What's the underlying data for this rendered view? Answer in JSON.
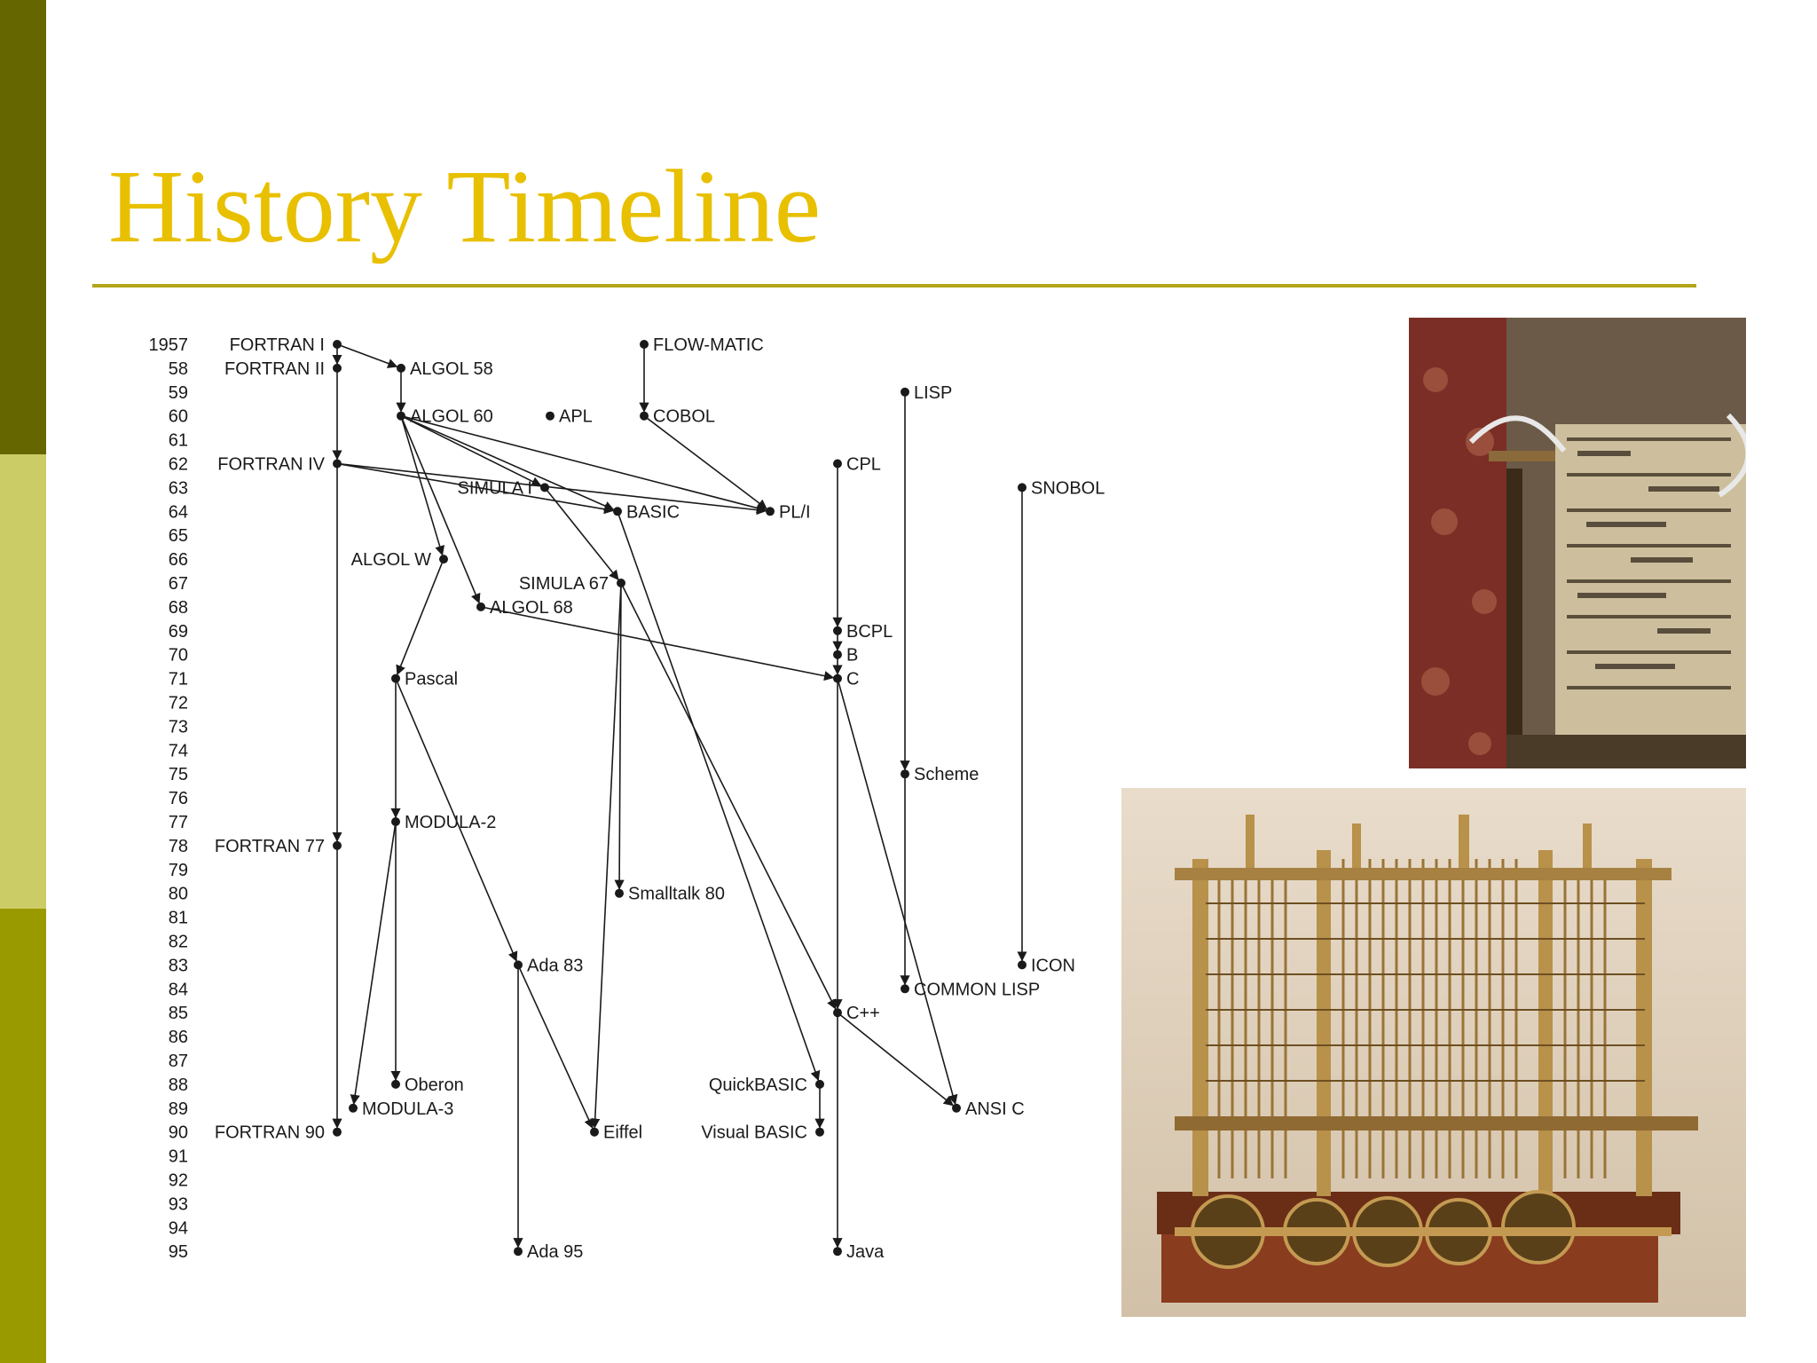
{
  "title": "History Timeline",
  "colors": {
    "title": "#e8c000",
    "rule": "#b3a51a",
    "sidebar_top": "#666600",
    "sidebar_middle": "#cccc66",
    "sidebar_bottom": "#999900",
    "diagram_ink": "#1a1a1a"
  },
  "timeline": {
    "years": [
      "1957",
      "58",
      "59",
      "60",
      "61",
      "62",
      "63",
      "64",
      "65",
      "66",
      "67",
      "68",
      "69",
      "70",
      "71",
      "72",
      "73",
      "74",
      "75",
      "76",
      "77",
      "78",
      "79",
      "80",
      "81",
      "82",
      "83",
      "84",
      "85",
      "86",
      "87",
      "88",
      "89",
      "90",
      "91",
      "92",
      "93",
      "94",
      "95"
    ],
    "languages": [
      {
        "id": "fortran1",
        "label": "FORTRAN I",
        "year": 1957
      },
      {
        "id": "fortran2",
        "label": "FORTRAN II",
        "year": 1958
      },
      {
        "id": "algol58",
        "label": "ALGOL 58",
        "year": 1958
      },
      {
        "id": "flowmatic",
        "label": "FLOW-MATIC",
        "year": 1957
      },
      {
        "id": "lisp",
        "label": "LISP",
        "year": 1959
      },
      {
        "id": "algol60",
        "label": "ALGOL 60",
        "year": 1960
      },
      {
        "id": "apl",
        "label": "APL",
        "year": 1960
      },
      {
        "id": "cobol",
        "label": "COBOL",
        "year": 1960
      },
      {
        "id": "fortran4",
        "label": "FORTRAN IV",
        "year": 1962
      },
      {
        "id": "cpl",
        "label": "CPL",
        "year": 1962
      },
      {
        "id": "snobol",
        "label": "SNOBOL",
        "year": 1963
      },
      {
        "id": "simula1",
        "label": "SIMULA I",
        "year": 1963
      },
      {
        "id": "basic",
        "label": "BASIC",
        "year": 1964
      },
      {
        "id": "pl1",
        "label": "PL/I",
        "year": 1964
      },
      {
        "id": "algolw",
        "label": "ALGOL W",
        "year": 1966
      },
      {
        "id": "simula67",
        "label": "SIMULA 67",
        "year": 1967
      },
      {
        "id": "algol68",
        "label": "ALGOL 68",
        "year": 1968
      },
      {
        "id": "bcpl",
        "label": "BCPL",
        "year": 1969
      },
      {
        "id": "b",
        "label": "B",
        "year": 1970
      },
      {
        "id": "c",
        "label": "C",
        "year": 1971
      },
      {
        "id": "pascal",
        "label": "Pascal",
        "year": 1971
      },
      {
        "id": "scheme",
        "label": "Scheme",
        "year": 1975
      },
      {
        "id": "modula2",
        "label": "MODULA-2",
        "year": 1977
      },
      {
        "id": "fortran77",
        "label": "FORTRAN 77",
        "year": 1978
      },
      {
        "id": "smalltalk80",
        "label": "Smalltalk 80",
        "year": 1980
      },
      {
        "id": "ada83",
        "label": "Ada 83",
        "year": 1983
      },
      {
        "id": "icon",
        "label": "ICON",
        "year": 1983
      },
      {
        "id": "commonlisp",
        "label": "COMMON LISP",
        "year": 1984
      },
      {
        "id": "cpp",
        "label": "C++",
        "year": 1985
      },
      {
        "id": "oberon",
        "label": "Oberon",
        "year": 1988
      },
      {
        "id": "quickbasic",
        "label": "QuickBASIC",
        "year": 1988
      },
      {
        "id": "modula3",
        "label": "MODULA-3",
        "year": 1989
      },
      {
        "id": "ansic",
        "label": "ANSI C",
        "year": 1989
      },
      {
        "id": "fortran90",
        "label": "FORTRAN 90",
        "year": 1990
      },
      {
        "id": "eiffel",
        "label": "Eiffel",
        "year": 1990
      },
      {
        "id": "visualbasic",
        "label": "Visual BASIC",
        "year": 1990
      },
      {
        "id": "ada95",
        "label": "Ada 95",
        "year": 1995
      },
      {
        "id": "java",
        "label": "Java",
        "year": 1995
      }
    ],
    "influences": [
      [
        "fortran1",
        "fortran2"
      ],
      [
        "fortran1",
        "algol58"
      ],
      [
        "fortran2",
        "fortran4"
      ],
      [
        "algol58",
        "algol60"
      ],
      [
        "flowmatic",
        "cobol"
      ],
      [
        "algol60",
        "pl1"
      ],
      [
        "cobol",
        "pl1"
      ],
      [
        "fortran4",
        "pl1"
      ],
      [
        "algol60",
        "simula1"
      ],
      [
        "algol60",
        "basic"
      ],
      [
        "fortran4",
        "basic"
      ],
      [
        "algol60",
        "algolw"
      ],
      [
        "algol60",
        "algol68"
      ],
      [
        "simula1",
        "simula67"
      ],
      [
        "algol68",
        "c"
      ],
      [
        "cpl",
        "bcpl"
      ],
      [
        "bcpl",
        "b"
      ],
      [
        "b",
        "c"
      ],
      [
        "algolw",
        "pascal"
      ],
      [
        "lisp",
        "scheme"
      ],
      [
        "pascal",
        "modula2"
      ],
      [
        "fortran4",
        "fortran77"
      ],
      [
        "simula67",
        "smalltalk80"
      ],
      [
        "pascal",
        "ada83"
      ],
      [
        "snobol",
        "icon"
      ],
      [
        "scheme",
        "commonlisp"
      ],
      [
        "c",
        "cpp"
      ],
      [
        "simula67",
        "cpp"
      ],
      [
        "modula2",
        "oberon"
      ],
      [
        "basic",
        "quickbasic"
      ],
      [
        "modula2",
        "modula3"
      ],
      [
        "cpp",
        "ansic"
      ],
      [
        "c",
        "ansic"
      ],
      [
        "fortran77",
        "fortran90"
      ],
      [
        "ada83",
        "eiffel"
      ],
      [
        "simula67",
        "eiffel"
      ],
      [
        "quickbasic",
        "visualbasic"
      ],
      [
        "ada83",
        "ada95"
      ],
      [
        "cpp",
        "java"
      ]
    ]
  },
  "images": {
    "jacquard": "punched-card loom photograph",
    "engine": "analytical engine photograph"
  }
}
